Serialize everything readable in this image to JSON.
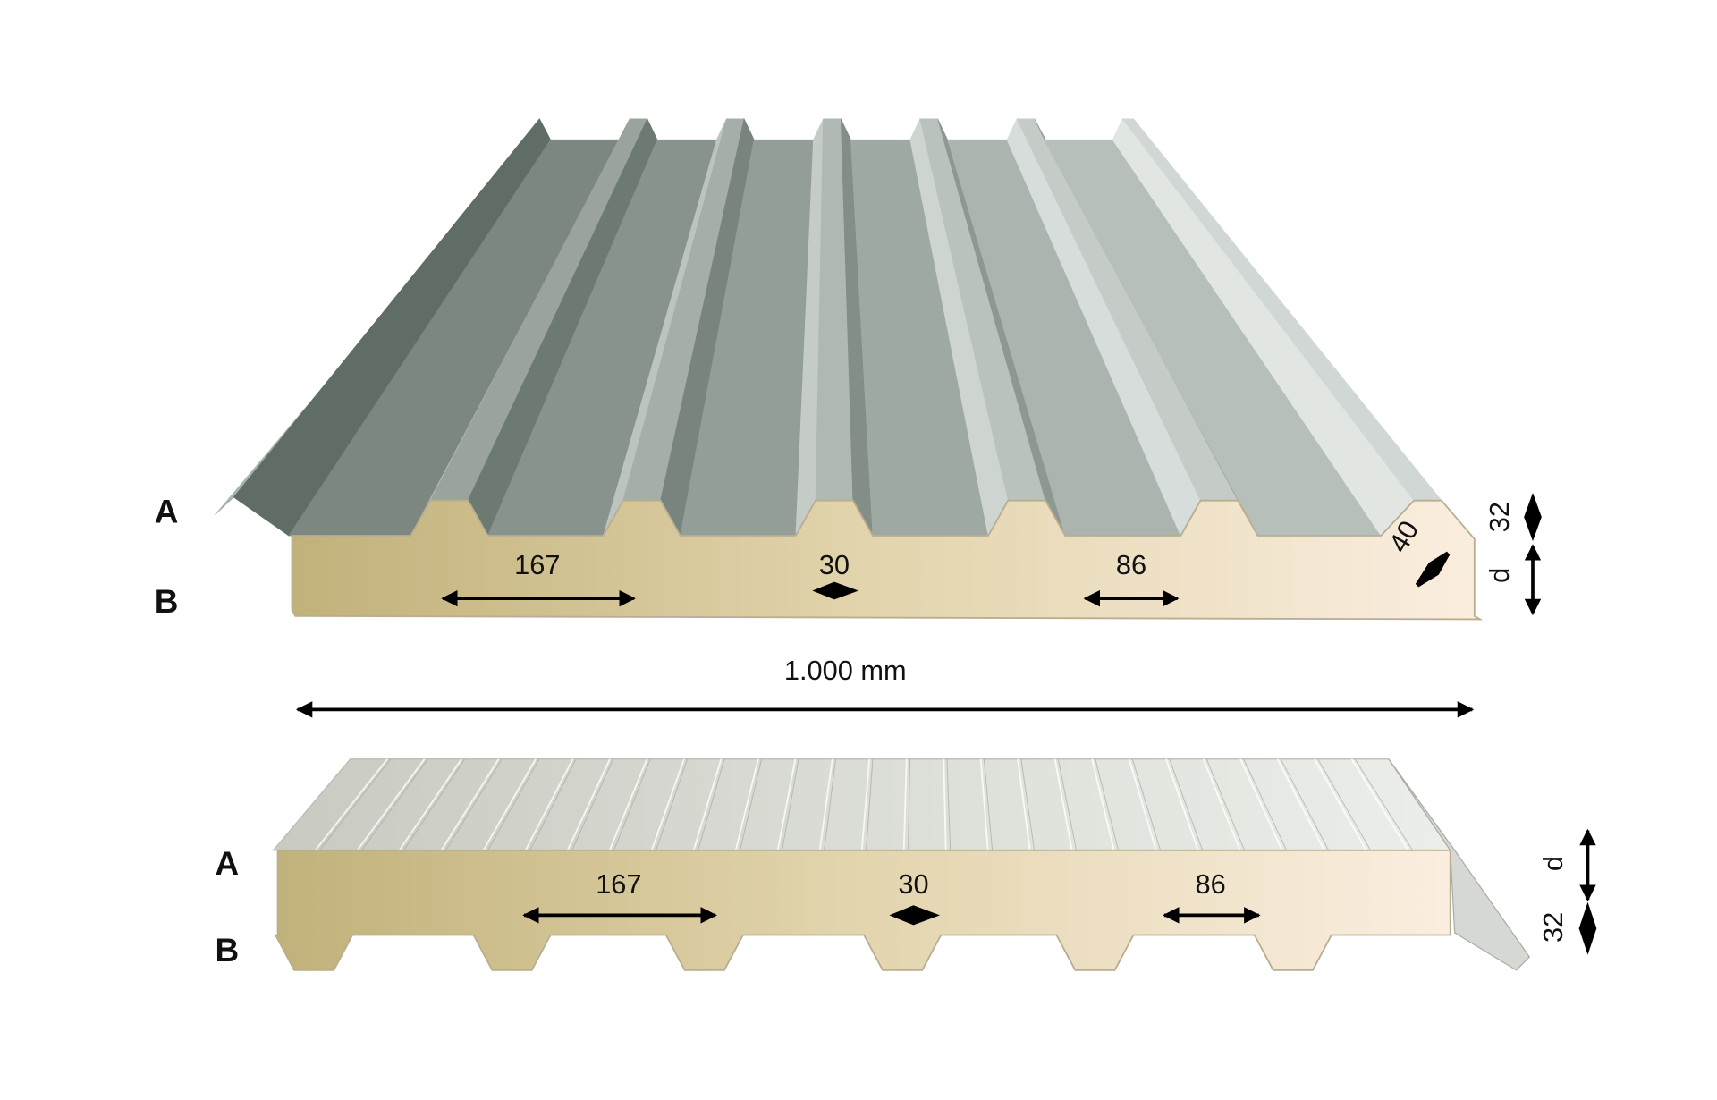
{
  "top_panel": {
    "label_a": "A",
    "label_b": "B",
    "pitch": "167",
    "rib_top": "30",
    "rib_base": "86",
    "edge": "40",
    "rib_height": "32",
    "thickness": "d"
  },
  "overall_width": "1.000 mm",
  "bottom_panel": {
    "label_a": "A",
    "label_b": "B",
    "pitch": "167",
    "rib_top": "30",
    "rib_base": "86",
    "thickness": "d",
    "rib_height": "32"
  },
  "colors": {
    "foam_dark": "#c1b17a",
    "foam_light": "#fbeee0",
    "steel_dark": "#6c7a72",
    "steel_light": "#d8dedb"
  }
}
